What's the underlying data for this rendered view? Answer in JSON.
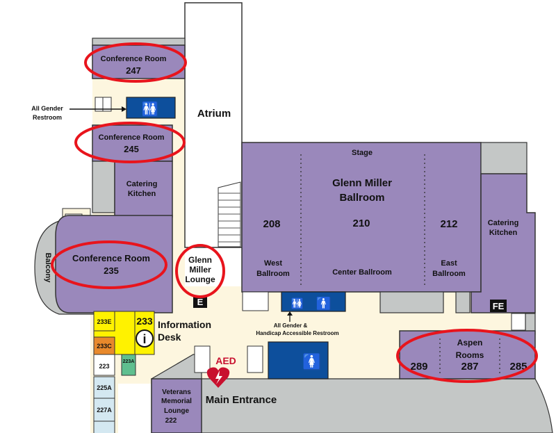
{
  "map": {
    "colors": {
      "room": "#9a88bb",
      "corridor": "#fdf6df",
      "service": "#c4c7c6",
      "restroom": "#0d4f9c",
      "highlight": "#e8141c",
      "info": "#fff200",
      "aed": "#c8102e"
    },
    "rooms": {
      "conf247": {
        "name": "Conference Room",
        "number": "247"
      },
      "conf245": {
        "name": "Conference Room",
        "number": "245"
      },
      "conf235": {
        "name": "Conference Room",
        "number": "235"
      },
      "catering_left": {
        "line1": "Catering",
        "line2": "Kitchen"
      },
      "catering_right": {
        "line1": "Catering",
        "line2": "Kitchen"
      },
      "balcony": "Balcony",
      "atrium": "Atrium",
      "lounge": {
        "line1": "Glenn",
        "line2": "Miller",
        "line3": "Lounge"
      },
      "ballroom": {
        "stage": "Stage",
        "line1": "Glenn Miller",
        "line2": "Ballroom",
        "n208": "208",
        "n210": "210",
        "n212": "212",
        "west1": "West",
        "west2": "Ballroom",
        "center": "Center Ballroom",
        "east1": "East",
        "east2": "Ballroom"
      },
      "aspen": {
        "line1": "Aspen",
        "line2": "Rooms",
        "n289": "289",
        "n287": "287",
        "n285": "285"
      },
      "veterans": {
        "line1": "Veterans",
        "line2": "Memorial",
        "line3": "Lounge",
        "number": "222"
      },
      "small": {
        "r233E": "233E",
        "r233C": "233C",
        "r223": "223",
        "r223A": "223A",
        "r225A": "225A",
        "r227A": "227A",
        "r233": "233"
      }
    },
    "labels": {
      "all_gender_1": "All Gender",
      "all_gender_2": "Restroom",
      "accessible_1": "All Gender &",
      "accessible_2": "Handicap Accessible Restroom",
      "info_1": "Information",
      "info_2": "Desk",
      "info_icon": "i",
      "aed": "AED",
      "main_entrance": "Main Entrance",
      "elevator": "E",
      "fe": "FE"
    }
  }
}
